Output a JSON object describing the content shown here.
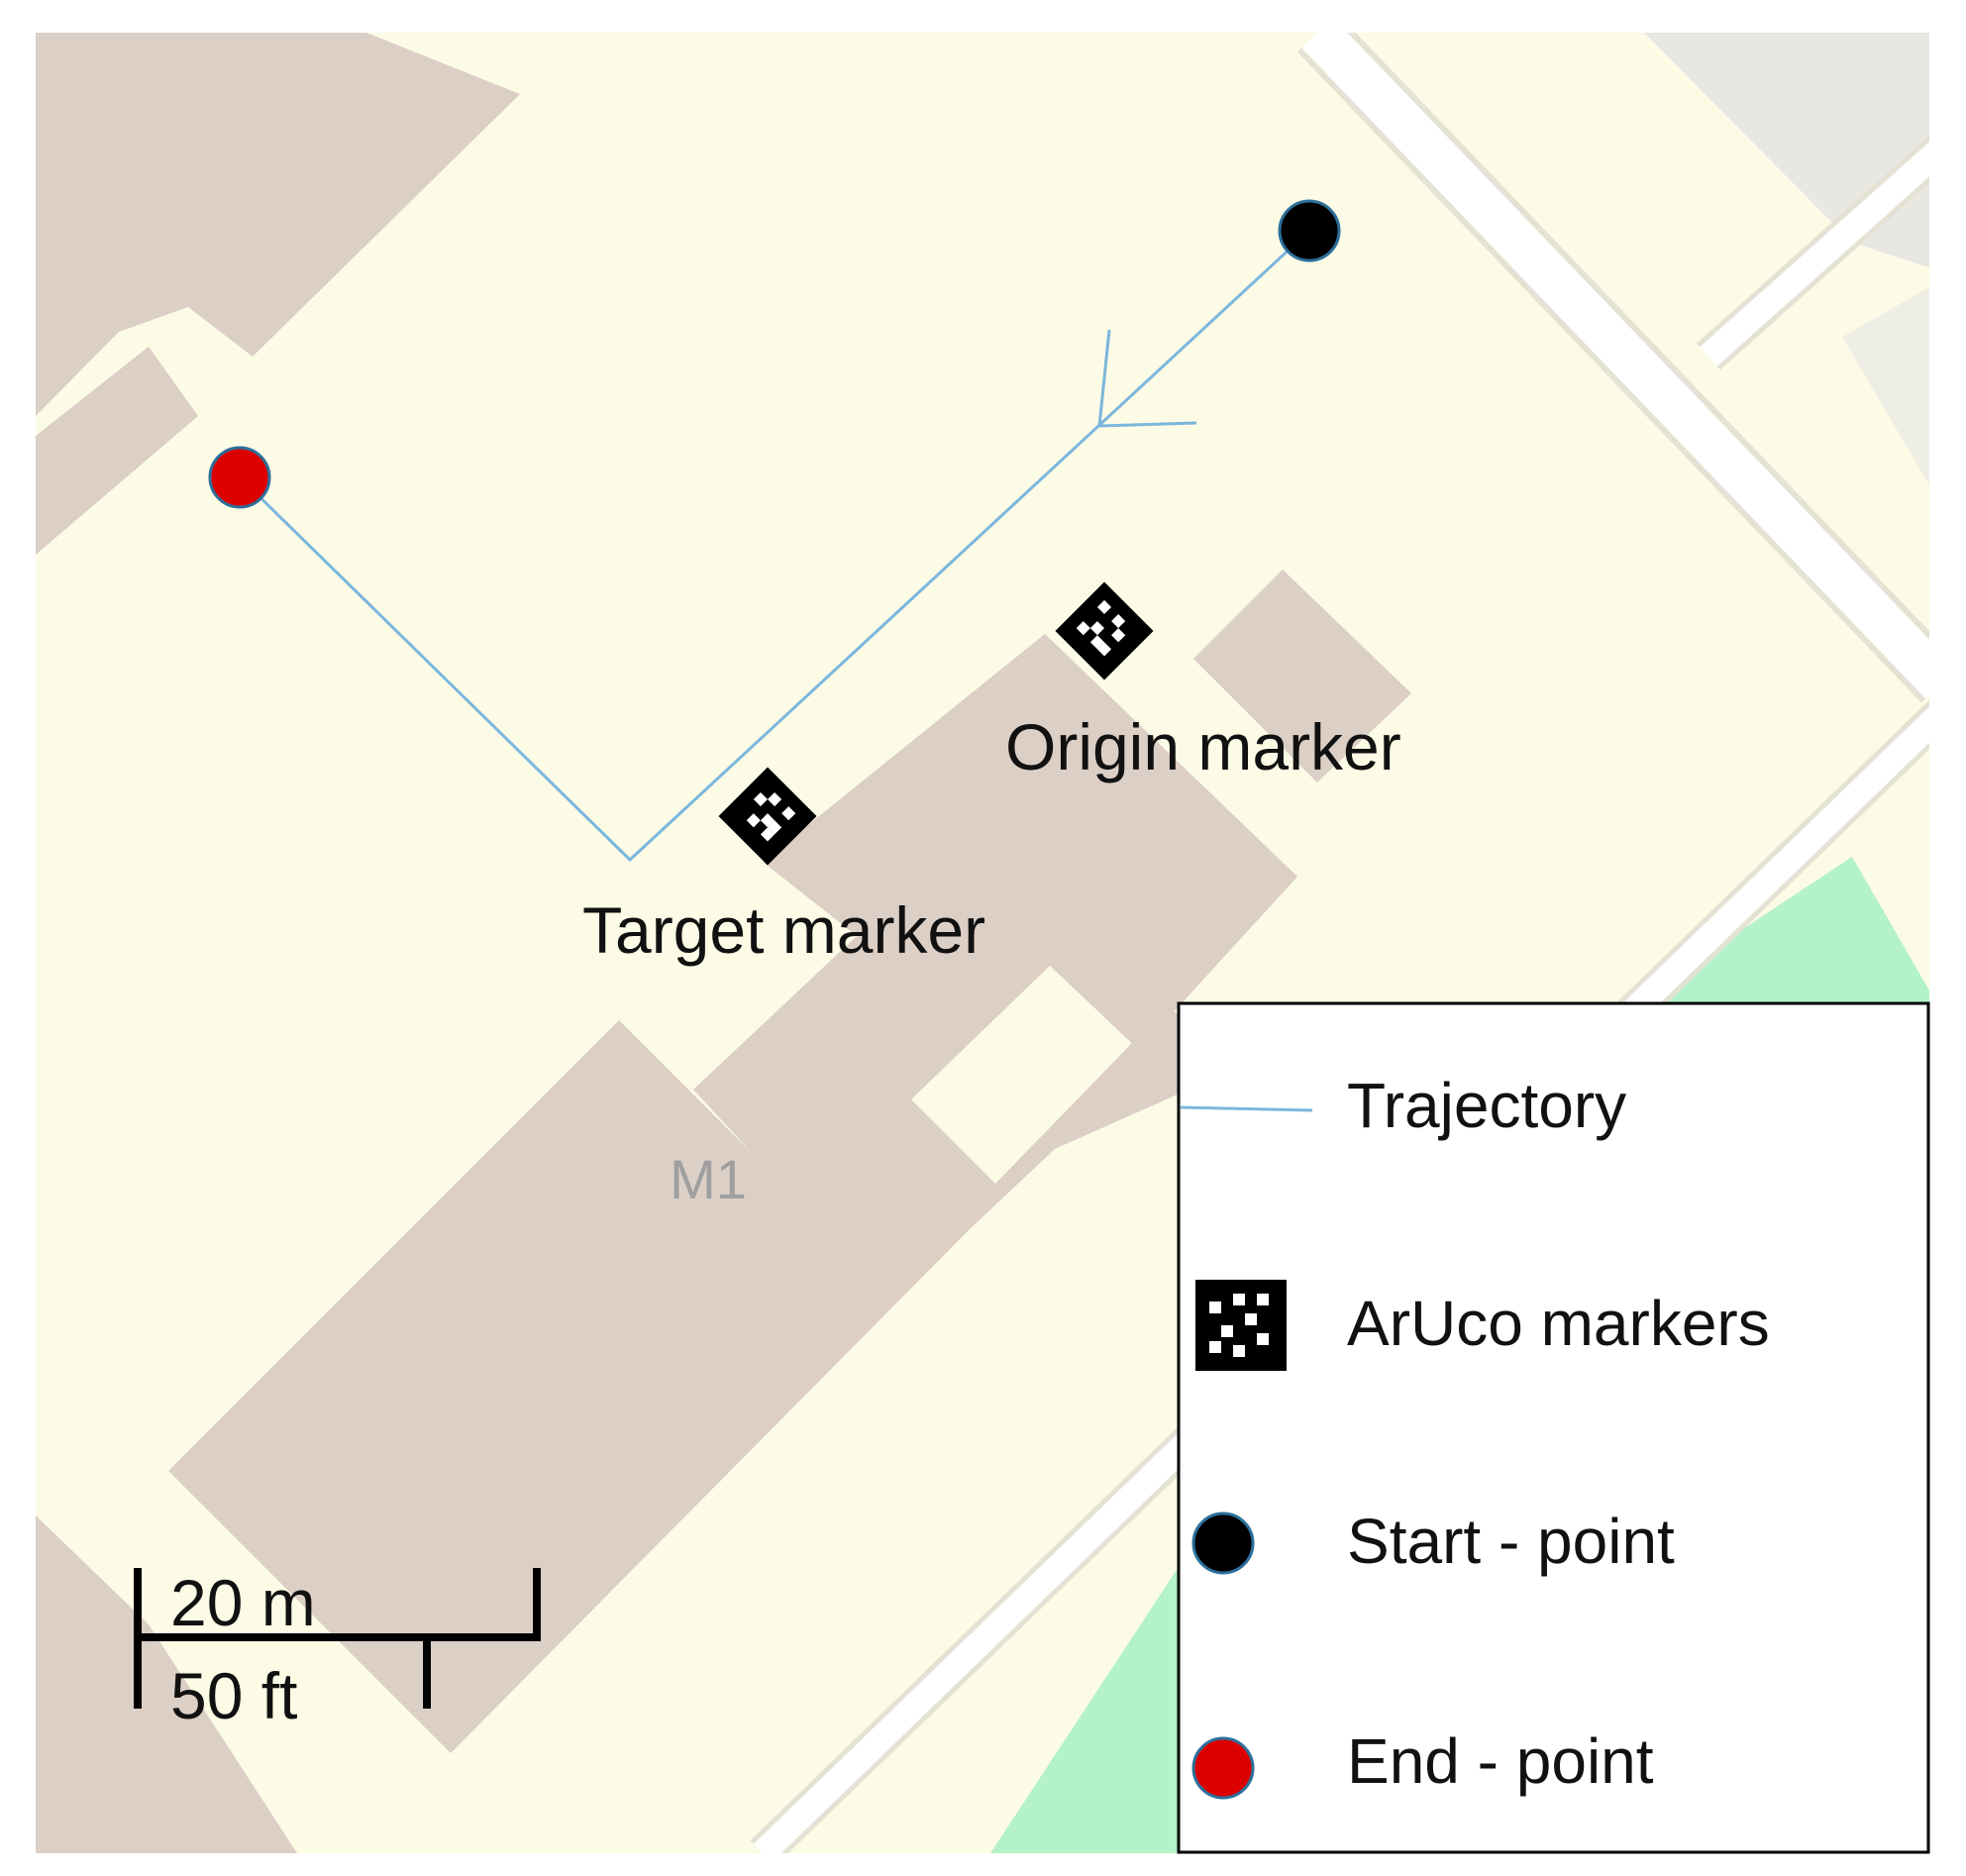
{
  "map": {
    "building_label": "M1",
    "annotations": {
      "origin_marker": "Origin marker",
      "target_marker": "Target marker"
    }
  },
  "legend": {
    "items": [
      {
        "symbol": "trajectory-line-icon",
        "label": "Trajectory"
      },
      {
        "symbol": "aruco-marker-icon",
        "label": "ArUco markers"
      },
      {
        "symbol": "start-point-icon",
        "label": "Start - point"
      },
      {
        "symbol": "end-point-icon",
        "label": "End - point"
      }
    ]
  },
  "scale_bar": {
    "metric": "20 m",
    "imperial": "50 ft"
  },
  "colors": {
    "land": "#fcfbe6",
    "building": "#dccfc6",
    "road": "#ffffff",
    "road_edge": "#e4e2d4",
    "park": "#b4f2c9",
    "trajectory": "#7cb6dc",
    "start_point": "#000000",
    "end_point": "#dd0000",
    "point_outline": "#2c6f9a"
  }
}
